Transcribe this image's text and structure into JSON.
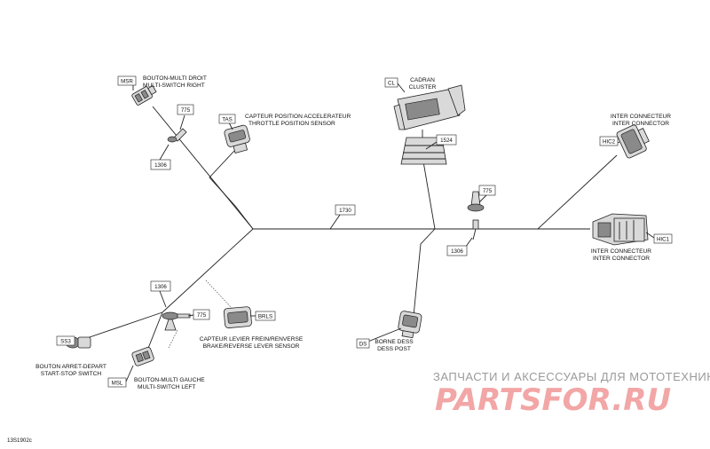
{
  "diagram_id": "13S1902c",
  "watermark": {
    "line1": "ЗАПЧАСТИ И АКСЕССУАРЫ ДЛЯ МОТОТЕХНИКИ",
    "line2": "PARTSFOR.RU"
  },
  "tags": {
    "msr": "MSR",
    "tas": "TAS",
    "cl": "CL",
    "hic2": "HIC2",
    "hic1": "HIC1",
    "ss3": "SS3",
    "msl": "MSL",
    "brls": "BRLS",
    "ds": "DS"
  },
  "parts": {
    "p775_a": "775",
    "p1306_a": "1306",
    "p1730": "1730",
    "p1524": "1524",
    "p775_b": "775",
    "p1306_b": "1306",
    "p1306_c": "1306",
    "p775_c": "775"
  },
  "labels": {
    "msr_fr": "BOUTON-MULTI DROIT",
    "msr_en": "MULTI-SWITCH RIGHT",
    "tas_fr": "CAPTEUR POSITION ACCELERATEUR",
    "tas_en": "THROTTLE POSITION SENSOR",
    "cl_fr": "CADRAN",
    "cl_en": "CLUSTER",
    "hic2_fr": "INTER CONNECTEUR",
    "hic2_en": "INTER CONNECTOR",
    "hic1_fr": "INTER CONNECTEUR",
    "hic1_en": "INTER CONNECTOR",
    "ss3_fr": "BOUTON ARRET-DEPART",
    "ss3_en": "START-STOP SWITCH",
    "msl_fr": "BOUTON-MULTI GAUCHE",
    "msl_en": "MULTI-SWITCH LEFT",
    "brls_fr": "CAPTEUR LEVIER FREIN/RENVERSE",
    "brls_en": "BRAKE/REVERSE LEVER SENSOR",
    "ds_fr": "BORNE DESS",
    "ds_en": "DESS POST"
  }
}
